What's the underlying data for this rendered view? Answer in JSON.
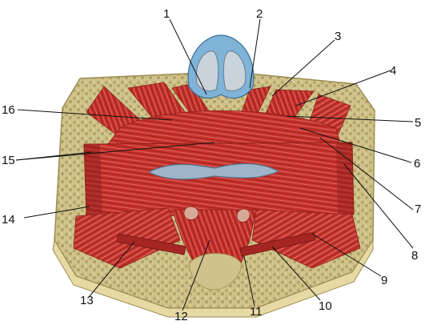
{
  "labels": [
    "1",
    "2",
    "3",
    "4",
    "5",
    "6",
    "7",
    "8",
    "9",
    "10",
    "11",
    "12",
    "13",
    "14",
    "15",
    "16"
  ],
  "colors": {
    "muscle": "#c8322c",
    "muscle_dark": "#8e1e1a",
    "muscle_light": "#e0706a",
    "fat": "#cfc28a",
    "fat_dark": "#9c8c52",
    "skin_edge": "#e6d9a4",
    "nasal_cartilage": "#7fb3d8",
    "nostril_inner": "#c9d3dc",
    "mouth_slit": "#9fb4c8",
    "label_text": "#111111"
  }
}
